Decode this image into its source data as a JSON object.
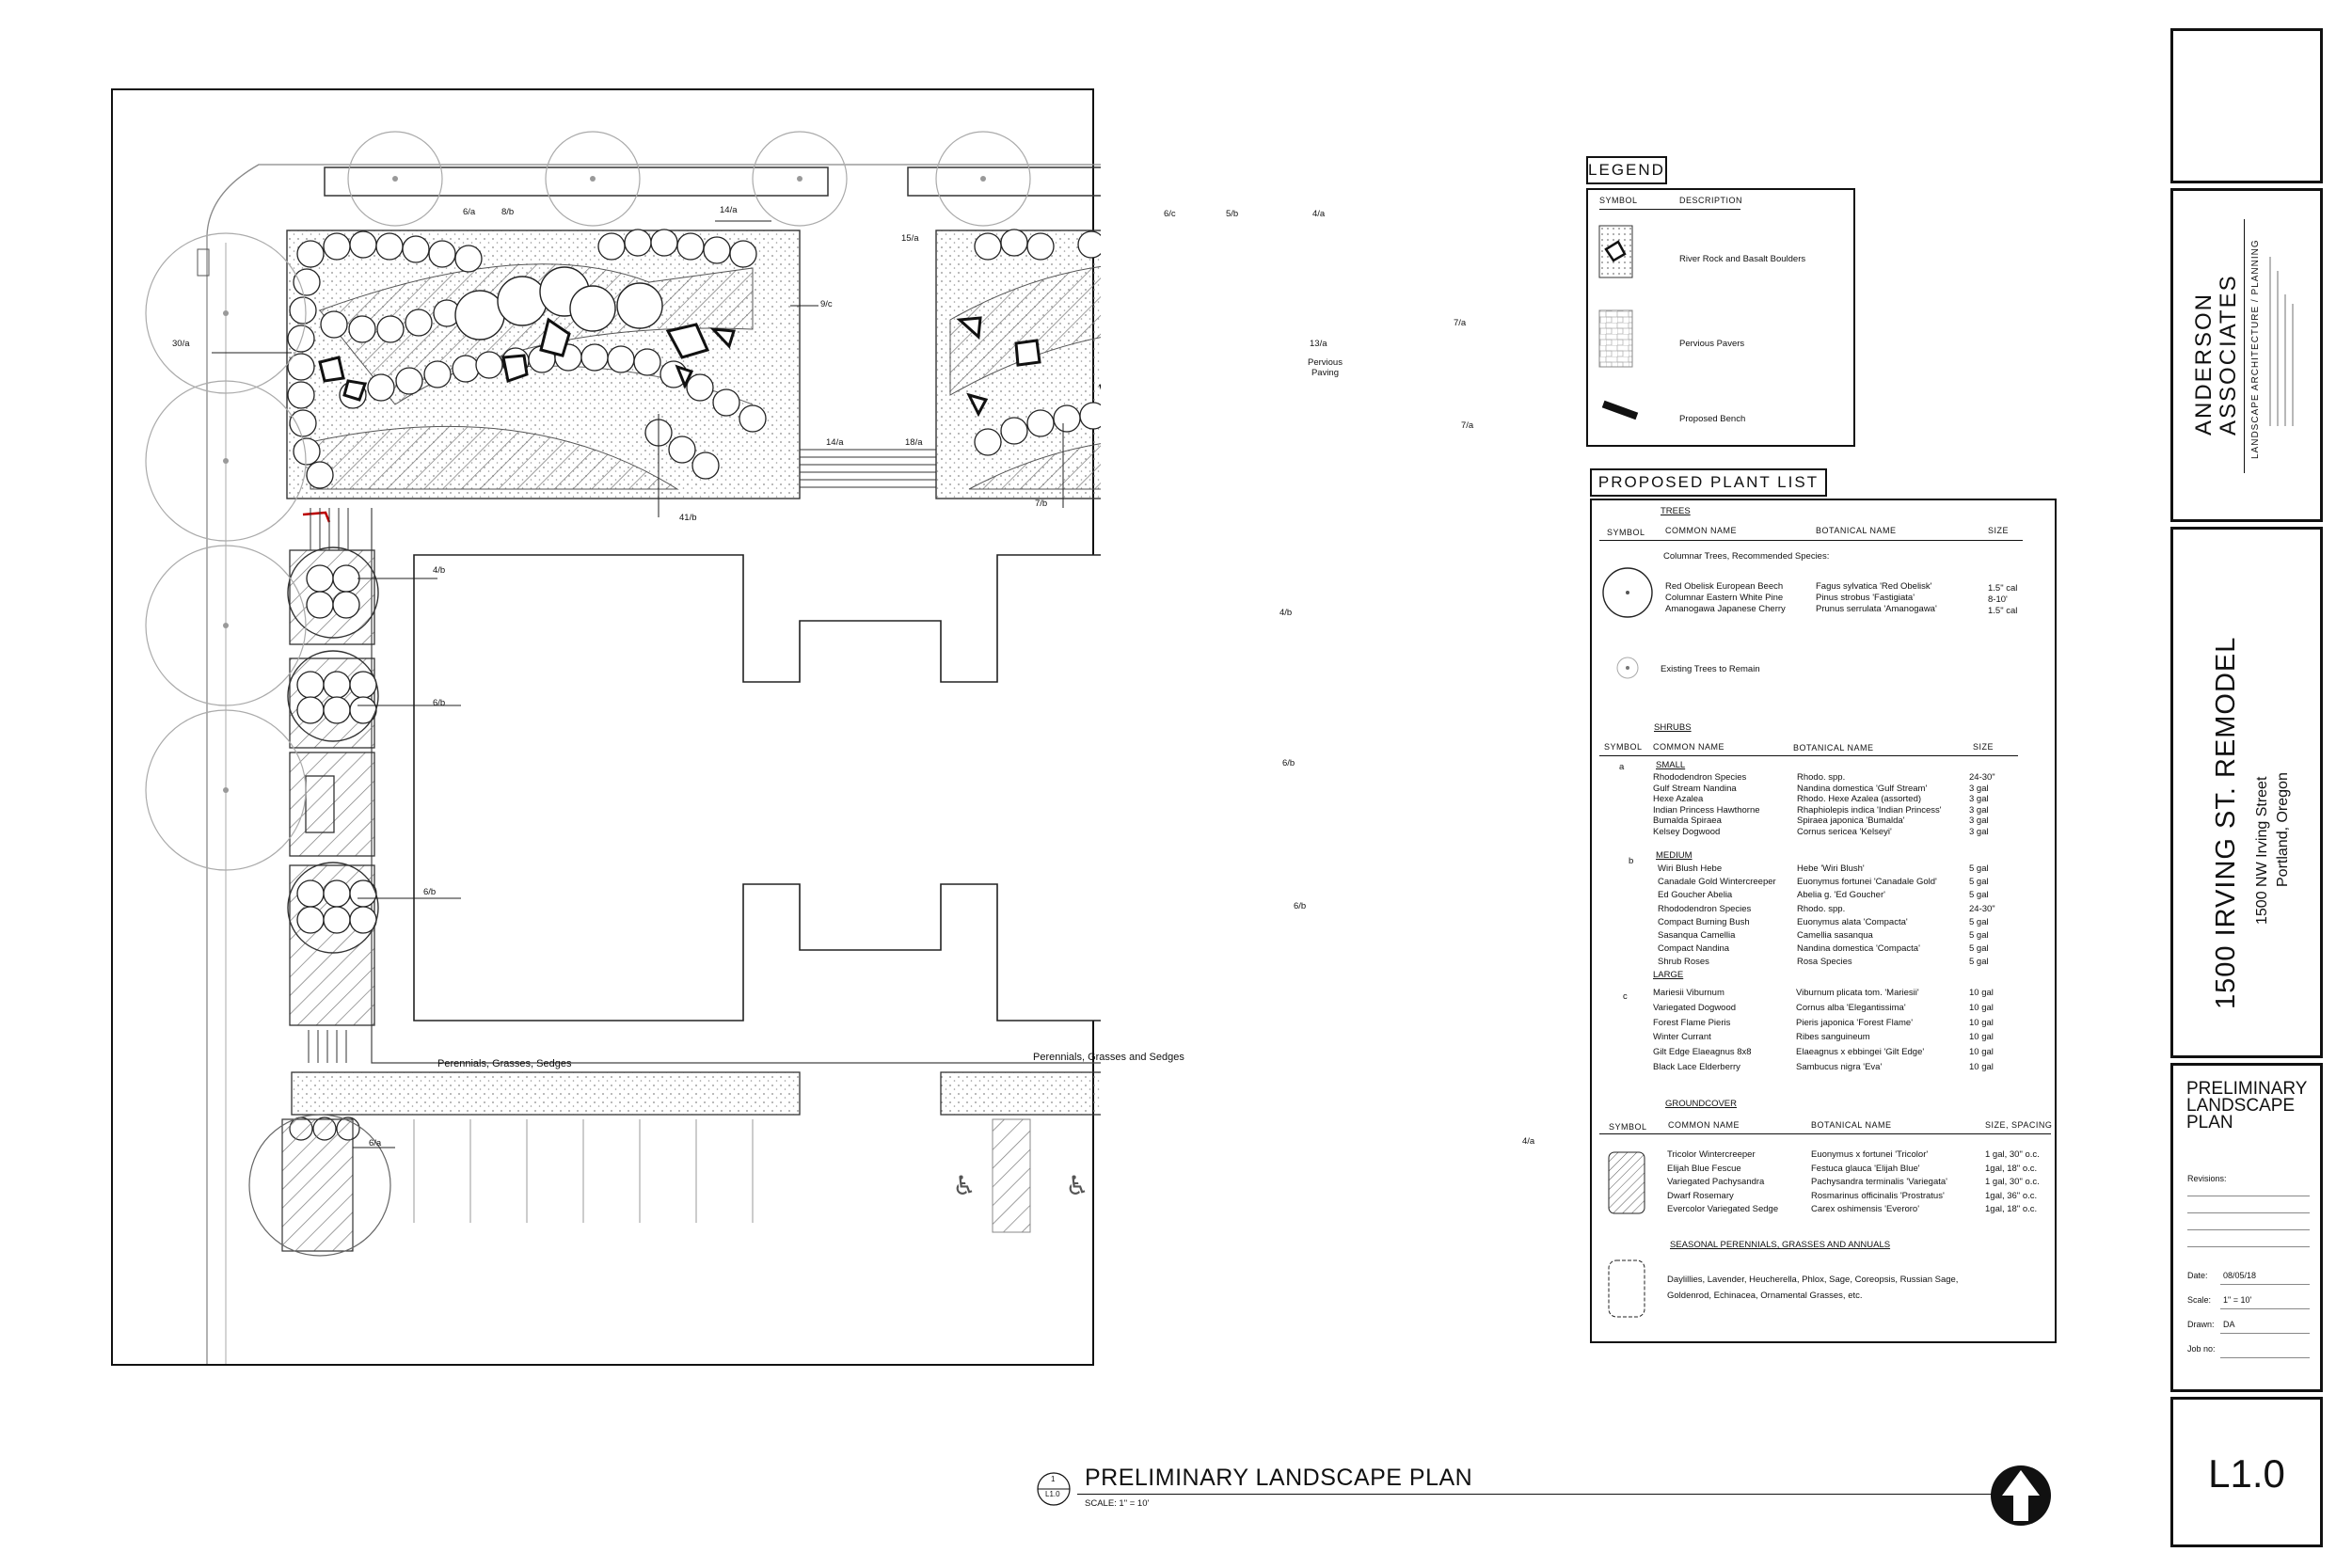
{
  "plan": {
    "labels": {
      "l_30a": "30/a",
      "l_6a_top": "6/a",
      "l_8b": "8/b",
      "l_14a_top": "14/a",
      "l_15a": "15/a",
      "l_6c": "6/c",
      "l_5b": "5/b",
      "l_4a_top": "4/a",
      "l_9c": "9/c",
      "l_13a": "13/a",
      "l_7a_1": "7/a",
      "l_7a_2": "7/a",
      "l_14a_mid": "14/a",
      "l_18a": "18/a",
      "l_41b": "41/b",
      "l_7b": "7/b",
      "l_4b_left": "4/b",
      "l_6b_left1": "6/b",
      "l_6b_left2": "6/b",
      "l_4b_right": "4/b",
      "l_6b_right1": "6/b",
      "l_6b_right2": "6/b",
      "l_6a_bot": "6/a",
      "l_4a_bot": "4/a"
    },
    "pervious_line1": "Pervious",
    "pervious_line2": "Paving",
    "perennials_left": "Perennials, Grasses, Sedges",
    "perennials_right": "Perennials, Grasses and Sedges"
  },
  "legend": {
    "title": "LEGEND",
    "col_symbol": "SYMBOL",
    "col_description": "DESCRIPTION",
    "items": [
      {
        "desc": "River Rock and Basalt Boulders"
      },
      {
        "desc": "Pervious Pavers"
      },
      {
        "desc": "Proposed Bench"
      }
    ]
  },
  "plant_list": {
    "title": "PROPOSED PLANT LIST",
    "trees": {
      "heading": "TREES",
      "col_symbol": "SYMBOL",
      "col_common": "COMMON NAME",
      "col_botanical": "BOTANICAL NAME",
      "col_size": "SIZE",
      "subheading": "Columnar Trees, Recommended Species:",
      "rows": [
        {
          "common": "Red Obelisk European Beech",
          "botanical": "Fagus sylvatica 'Red Obelisk'",
          "size": "1.5\" cal"
        },
        {
          "common": "Columnar Eastern White Pine",
          "botanical": "Pinus strobus 'Fastigiata'",
          "size": "8-10'"
        },
        {
          "common": "Amanogawa Japanese Cherry",
          "botanical": "Prunus serrulata 'Amanogawa'",
          "size": "1.5\" cal"
        }
      ],
      "existing": "Existing Trees to Remain"
    },
    "shrubs": {
      "heading": "SHRUBS",
      "col_symbol": "SYMBOL",
      "col_common": "COMMON NAME",
      "col_botanical": "BOTANICAL NAME",
      "col_size": "SIZE",
      "small": {
        "code": "a",
        "label": "SMALL",
        "rows": [
          {
            "common": "Rhododendron Species",
            "botanical": "Rhodo. spp.",
            "size": "24-30\""
          },
          {
            "common": "Gulf Stream Nandina",
            "botanical": "Nandina domestica 'Gulf Stream'",
            "size": "3 gal"
          },
          {
            "common": "Hexe Azalea",
            "botanical": "Rhodo. Hexe Azalea (assorted)",
            "size": "3 gal"
          },
          {
            "common": "Indian Princess Hawthorne",
            "botanical": "Rhaphiolepis indica 'Indian Princess'",
            "size": "3 gal"
          },
          {
            "common": "Bumalda Spiraea",
            "botanical": "Spiraea japonica 'Bumalda'",
            "size": "3 gal"
          },
          {
            "common": "Kelsey Dogwood",
            "botanical": "Cornus sericea 'Kelseyi'",
            "size": "3 gal"
          }
        ]
      },
      "medium": {
        "code": "b",
        "label": "MEDIUM",
        "rows": [
          {
            "common": "Wiri Blush Hebe",
            "botanical": "Hebe 'Wiri Blush'",
            "size": "5 gal"
          },
          {
            "common": "Canadale Gold Wintercreeper",
            "botanical": "Euonymus fortunei 'Canadale Gold'",
            "size": "5 gal"
          },
          {
            "common": "Ed Goucher Abelia",
            "botanical": "Abelia g. 'Ed Goucher'",
            "size": "5 gal"
          },
          {
            "common": "Rhododendron Species",
            "botanical": "Rhodo. spp.",
            "size": "24-30\""
          },
          {
            "common": "Compact Burning Bush",
            "botanical": "Euonymus alata 'Compacta'",
            "size": "5 gal"
          },
          {
            "common": "Sasanqua Camellia",
            "botanical": "Camellia sasanqua",
            "size": "5 gal"
          },
          {
            "common": "Compact Nandina",
            "botanical": "Nandina domestica 'Compacta'",
            "size": "5 gal"
          },
          {
            "common": "Shrub Roses",
            "botanical": "Rosa Species",
            "size": "5 gal"
          }
        ]
      },
      "large": {
        "code": "c",
        "label": "LARGE",
        "rows": [
          {
            "common": "Mariesii Viburnum",
            "botanical": "Viburnum plicata tom. 'Mariesii'",
            "size": "10 gal"
          },
          {
            "common": "Variegated Dogwood",
            "botanical": "Cornus alba 'Elegantissima'",
            "size": "10 gal"
          },
          {
            "common": "Forest Flame Pieris",
            "botanical": "Pieris japonica 'Forest Flame'",
            "size": "10 gal"
          },
          {
            "common": "Winter Currant",
            "botanical": "Ribes sanguineum",
            "size": "10 gal"
          },
          {
            "common": "Gilt Edge Elaeagnus 8x8",
            "botanical": "Elaeagnus x ebbingei 'Gilt Edge'",
            "size": "10 gal"
          },
          {
            "common": "Black Lace Elderberry",
            "botanical": "Sambucus nigra 'Eva'",
            "size": "10 gal"
          }
        ]
      }
    },
    "groundcover": {
      "heading": "GROUNDCOVER",
      "col_symbol": "SYMBOL",
      "col_common": "COMMON NAME",
      "col_botanical": "BOTANICAL NAME",
      "col_size": "SIZE, SPACING",
      "rows": [
        {
          "common": "Tricolor Wintercreeper",
          "botanical": "Euonymus x fortunei 'Tricolor'",
          "size": "1 gal, 30\" o.c."
        },
        {
          "common": "Elijah Blue Fescue",
          "botanical": "Festuca glauca 'Elijah Blue'",
          "size": "1gal, 18\" o.c."
        },
        {
          "common": "Variegated Pachysandra",
          "botanical": "Pachysandra terminalis 'Variegata'",
          "size": "1 gal, 30\" o.c."
        },
        {
          "common": "Dwarf Rosemary",
          "botanical": "Rosmarinus officinalis 'Prostratus'",
          "size": "1gal, 36\" o.c."
        },
        {
          "common": "Evercolor Variegated Sedge",
          "botanical": "Carex oshimensis 'Everoro'",
          "size": "1gal, 18\" o.c."
        }
      ],
      "seasonal_heading": "SEASONAL PERENNIALS, GRASSES AND ANNUALS",
      "seasonal_line1": "Daylillies, Lavender, Heucherella, Phlox, Sage, Coreopsis, Russian Sage,",
      "seasonal_line2": "Goldenrod, Echinacea, Ornamental Grasses, etc."
    }
  },
  "title_block": {
    "firm_line1": "ANDERSON",
    "firm_line2": "ASSOCIATES",
    "firm_sub": "LANDSCAPE ARCHITECTURE / PLANNING",
    "project_title": "1500 IRVING ST. REMODEL",
    "address1": "1500 NW Irving Street",
    "address2": "Portland, Oregon",
    "sheet_title_l1": "PRELIMINARY",
    "sheet_title_l2": "LANDSCAPE",
    "sheet_title_l3": "PLAN",
    "revisions_label": "Revisions:",
    "date_label": "Date:",
    "date_value": "08/05/18",
    "scale_label": "Scale:",
    "scale_value": "1\" = 10'",
    "drawn_label": "Drawn:",
    "drawn_value": "DA",
    "job_label": "Job no:",
    "sheet_number": "L1.0"
  },
  "drawing_title": {
    "title": "PRELIMINARY LANDSCAPE PLAN",
    "scale": "SCALE:  1\" = 10'",
    "ref_top": "1",
    "ref_bottom": "L1.0"
  }
}
